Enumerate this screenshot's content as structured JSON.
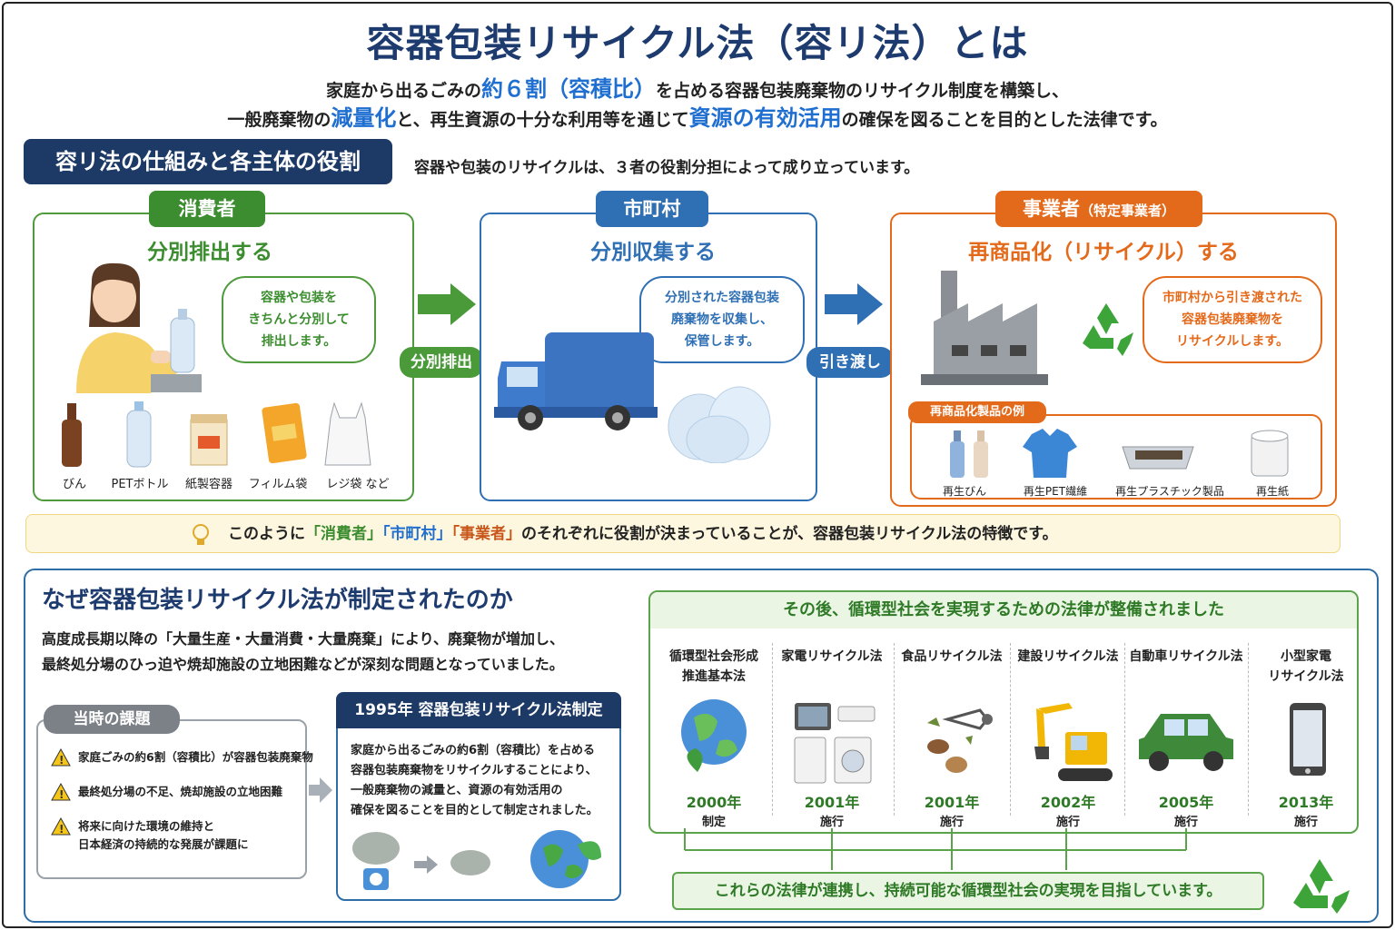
{
  "title": "容器包装リサイクル法（容リ法）とは",
  "intro": {
    "line1_a": "家庭から出るごみの",
    "line1_hl": "約６割（容積比）",
    "line1_b": "を占める容器包装廃棄物のリサイクル制度を構築し、",
    "line2_a": "一般廃棄物の",
    "line2_hl1": "減量化",
    "line2_b": "と、再生資源の十分な利用等を通じて",
    "line2_hl2": "資源の有効活用",
    "line2_c": "の確保を図ることを目的とした法律です。"
  },
  "mechanism": {
    "title": "容リ法の仕組みと各主体の役割",
    "note": "容器や包装のリサイクルは、３者の役割分担によって成り立っています。",
    "consumer": {
      "tag": "消費者",
      "role": "分別排出する",
      "bubble": [
        "容器や包装を",
        "きちんと分別して",
        "排出します。"
      ],
      "items": [
        "びん",
        "PETボトル",
        "紙製容器",
        "フィルム袋",
        "レジ袋 など"
      ]
    },
    "arrow1": "分別排出",
    "municipality": {
      "tag": "市町村",
      "role": "分別収集する",
      "bubble": [
        "分別された容器包装",
        "廃棄物を収集し、",
        "保管します。"
      ]
    },
    "arrow2": "引き渡し",
    "business": {
      "tag": "事業者",
      "tag_sub": "（特定事業者）",
      "role": "再商品化（リサイクル）する",
      "bubble": [
        "市町村から引き渡された",
        "容器包装廃棄物を",
        "リサイクルします。"
      ],
      "examples_title": "再商品化製品の例",
      "examples": [
        "再生びん",
        "再生PET繊維",
        "再生プラスチック製品",
        "再生紙"
      ]
    },
    "tip": {
      "a": "このように",
      "q1": "「消費者」",
      "q2": "「市町村」",
      "q3": "「事業者」",
      "b": "のそれぞれに役割が決まっていることが、容器包装リサイクル法の特徴です。"
    }
  },
  "why": {
    "title": "なぜ容器包装リサイクル法が制定されたのか",
    "text1": "高度成長期以降の「大量生産・大量消費・大量廃棄」により、廃棄物が増加し、",
    "text2": "最終処分場のひっ迫や焼却施設の立地困難などが深刻な問題となっていました。",
    "issues_tag": "当時の課題",
    "issues": [
      "家庭ごみの約6割（容積比）が容器包装廃棄物",
      "最終処分場の不足、焼却施設の立地困難",
      "将来に向けた環境の維持と",
      "日本経済の持続的な発展が課題に"
    ],
    "law_head": "1995年 容器包装リサイクル法制定",
    "law_text": [
      "家庭から出るごみの約6割（容積比）を占める",
      "容器包装廃棄物をリサイクルすることにより、",
      "一般廃棄物の減量と、資源の有効活用の",
      "確保を図ることを目的として制定されました。"
    ]
  },
  "later": {
    "head": "その後、循環型社会を実現するための法律が整備されました",
    "laws": [
      {
        "name1": "循環型社会形成",
        "name2": "推進基本法",
        "year": "2000年",
        "act": "制定"
      },
      {
        "name1": "家電リサイクル法",
        "name2": "",
        "year": "2001年",
        "act": "施行"
      },
      {
        "name1": "食品リサイクル法",
        "name2": "",
        "year": "2001年",
        "act": "施行"
      },
      {
        "name1": "建設リサイクル法",
        "name2": "",
        "year": "2002年",
        "act": "施行"
      },
      {
        "name1": "自動車リサイクル法",
        "name2": "",
        "year": "2005年",
        "act": "施行"
      },
      {
        "name1": "小型家電",
        "name2": "リサイクル法",
        "year": "2013年",
        "act": "施行"
      }
    ],
    "final": "これらの法律が連携し、持続可能な循環型社会の実現を目指しています。"
  },
  "colors": {
    "navy": "#1d3a66",
    "green": "#3c8d2f",
    "blue": "#1f6fd1",
    "orange": "#e36a1b"
  }
}
